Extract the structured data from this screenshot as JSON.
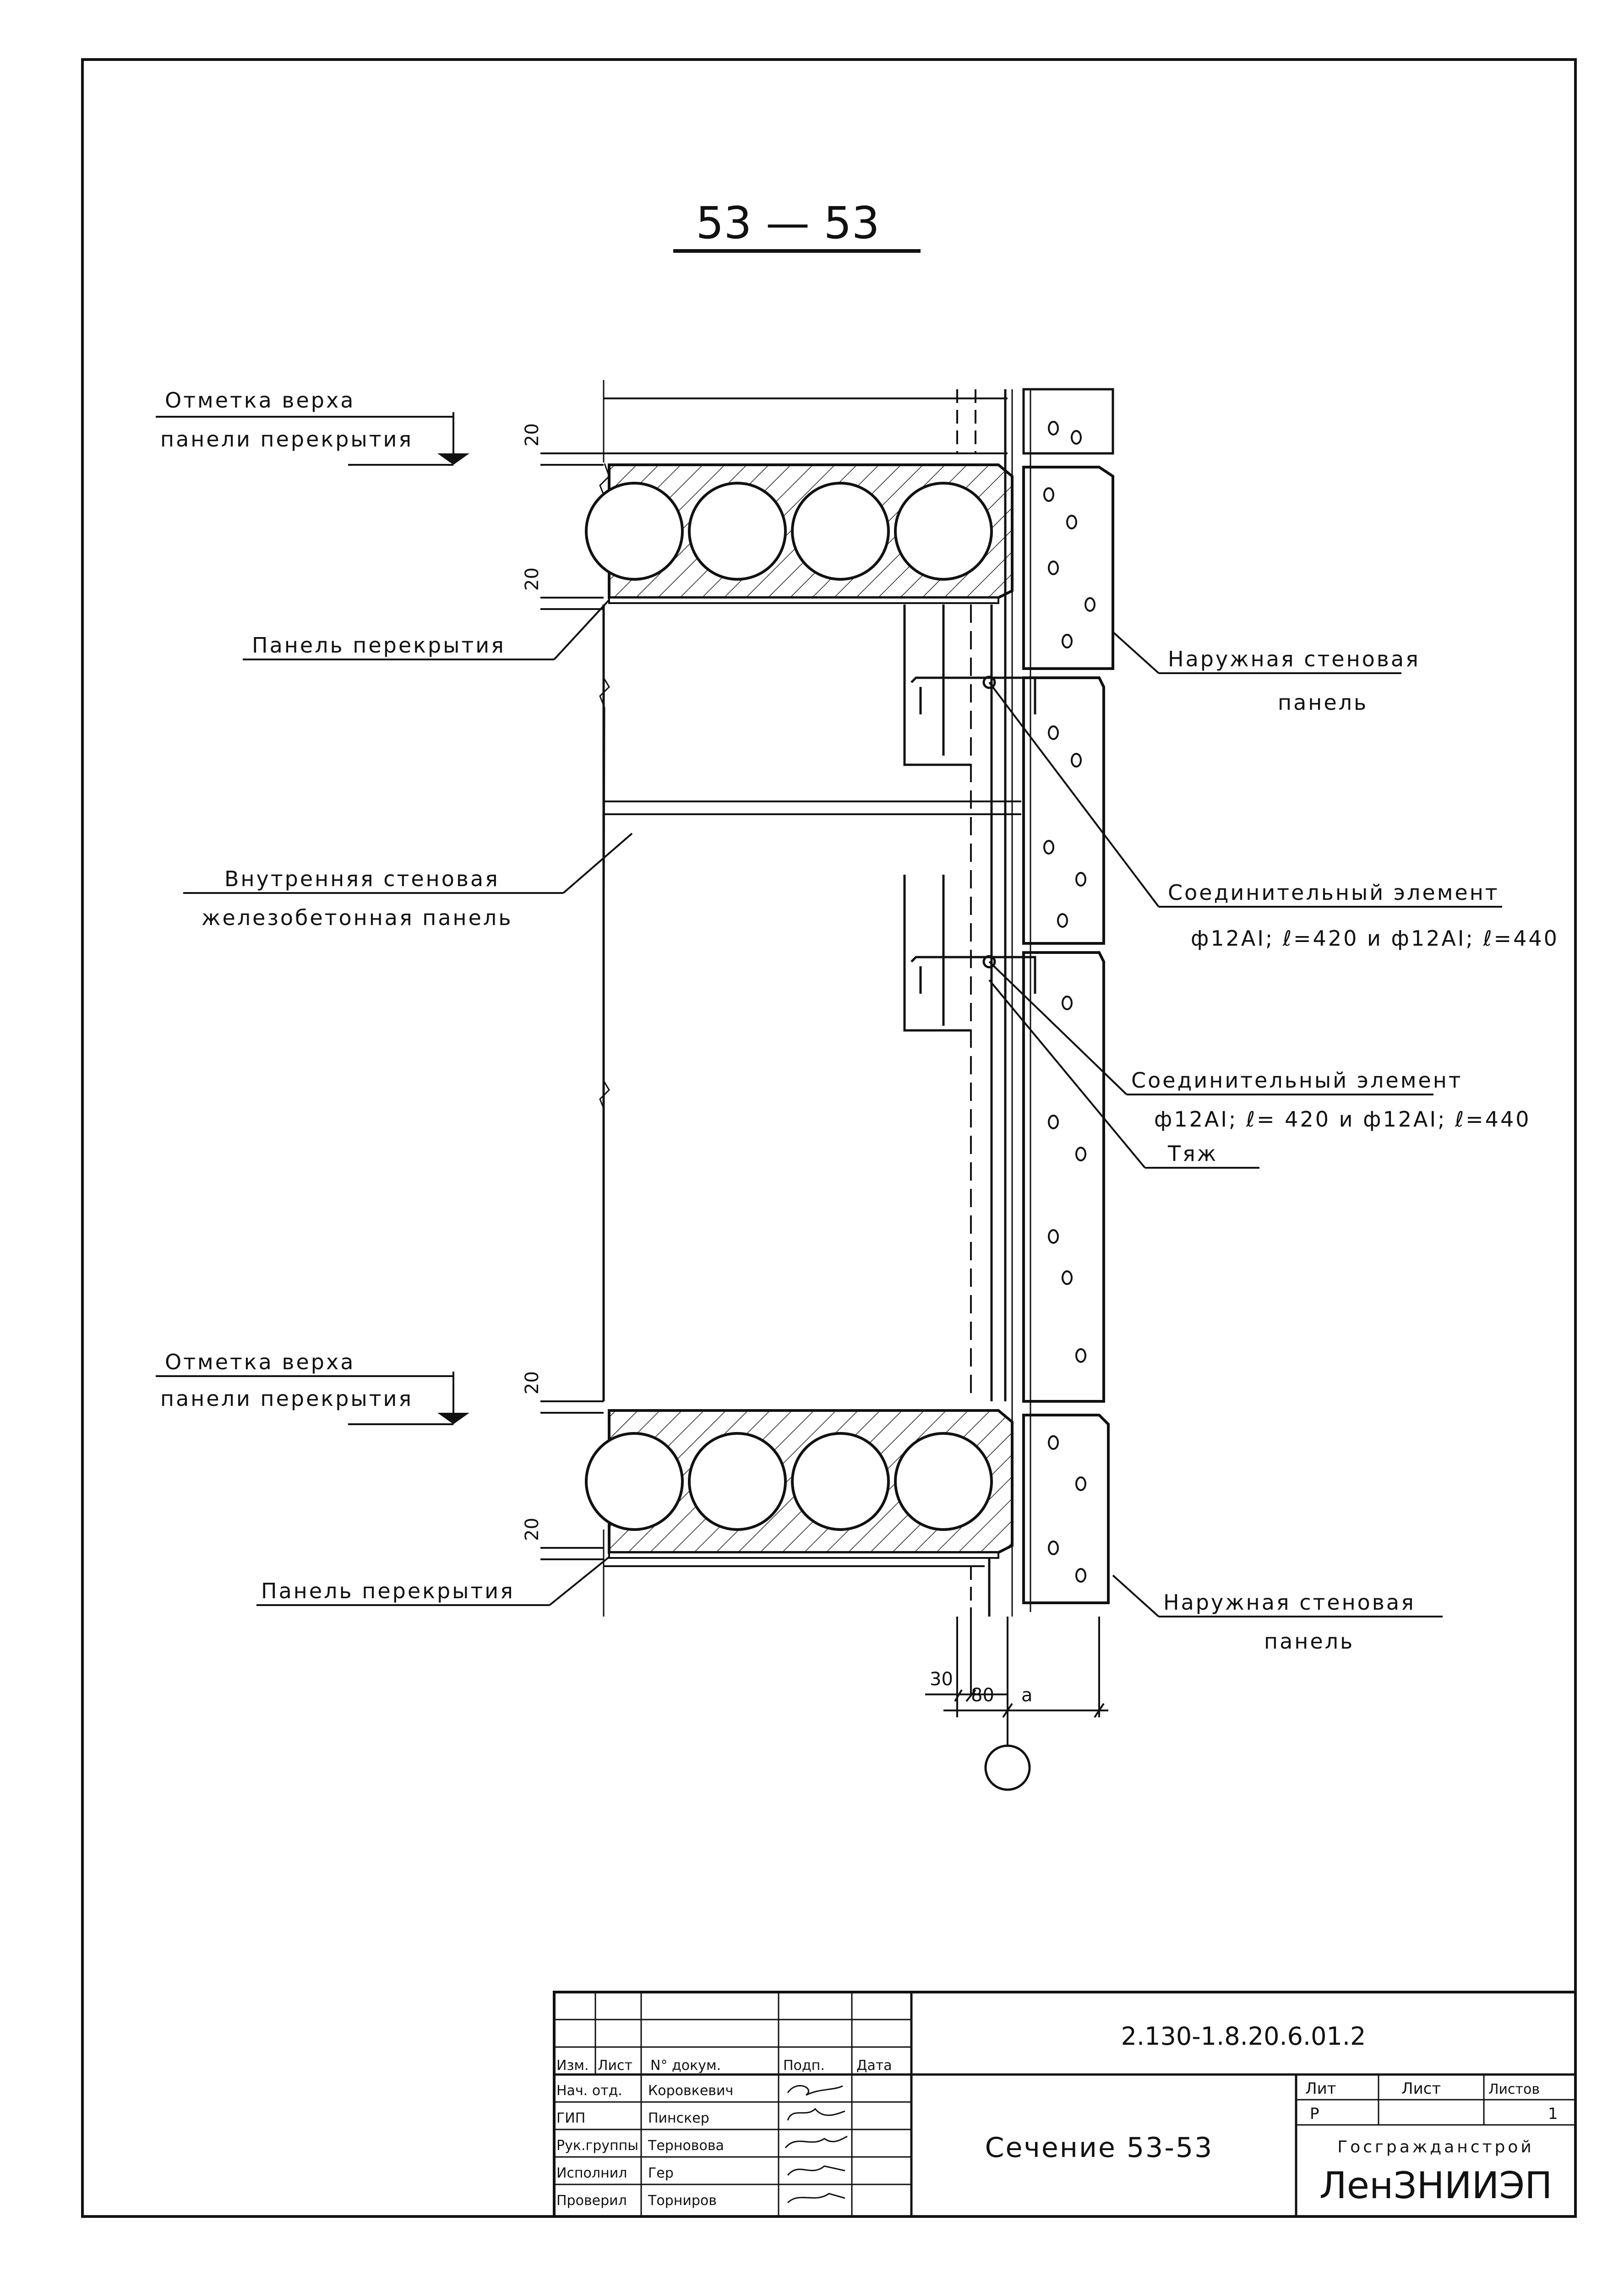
{
  "section_title": "53 — 53",
  "labels": {
    "top_level_line1": "Отметка верха",
    "top_level_line2": "панели перекрытия",
    "top_slab": "Панель перекрытия",
    "outer_wall_top_line1": "Наружная стеновая",
    "outer_wall_top_line2": "панель",
    "inner_wall_line1": "Внутренняя стеновая",
    "inner_wall_line2": "железобетонная панель",
    "connector1_line1": "Соединительный элемент",
    "connector1_line2": "ф12АI; ℓ=420 и ф12АI; ℓ=440",
    "connector2_line1": "Соединительный элемент",
    "connector2_line2": "ф12АI; ℓ= 420 и ф12АI; ℓ=440",
    "tie": "Тяж",
    "bottom_level_line1": "Отметка верха",
    "bottom_level_line2": "панели перекрытия",
    "bottom_slab": "Панель перекрытия",
    "outer_wall_bottom_line1": "Наружная стеновая",
    "outer_wall_bottom_line2": "панель"
  },
  "dimensions": {
    "top_gap_upper": "20",
    "top_gap_lower": "20",
    "bottom_gap_upper": "20",
    "bottom_gap_lower": "20",
    "offset_30": "30",
    "offset_80": "80",
    "offset_a": "a"
  },
  "title_block": {
    "code": "2.130-1.8.20.6.01.2",
    "sheet_name": "Сечение 53-53",
    "headers": {
      "izm": "Изм.",
      "list": "Лист",
      "doc": "N° докум.",
      "sign": "Подп.",
      "date": "Дата"
    },
    "roles": [
      {
        "role": "Нач. отд.",
        "name": "Коровкевич"
      },
      {
        "role": "ГИП",
        "name": "Пинскер"
      },
      {
        "role": "Рук.группы",
        "name": "Терновова"
      },
      {
        "role": "Исполнил",
        "name": "Гер"
      },
      {
        "role": "Проверил",
        "name": "Торниров"
      }
    ],
    "stage_header": "Лит",
    "sheet_header": "Лист",
    "sheets_header": "Листов",
    "stage": "Р",
    "sheets_total": "1",
    "org_line1": "Госгражданстрой",
    "org_line2": "ЛенЗНИИЭП"
  }
}
